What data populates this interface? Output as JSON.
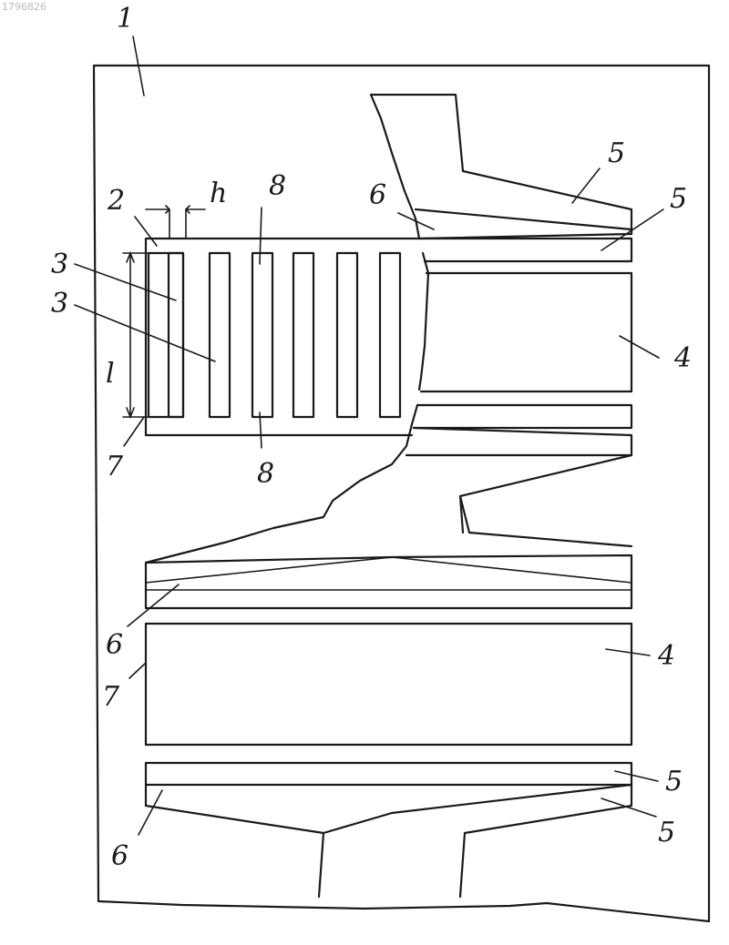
{
  "annotation": "1796826",
  "labels": {
    "l1": "1",
    "l2": "2",
    "h": "h",
    "l8_top": "8",
    "l6_top": "6",
    "l5_a": "5",
    "l5_b": "5",
    "l3_a": "3",
    "l3_b": "3",
    "l_len": "l",
    "l4_top": "4",
    "l7_top": "7",
    "l8_bottom": "8",
    "l6_mid": "6",
    "l7_mid": "7",
    "l4_bottom": "4",
    "l5_c": "5",
    "l5_d": "5",
    "l6_bottom": "6"
  }
}
